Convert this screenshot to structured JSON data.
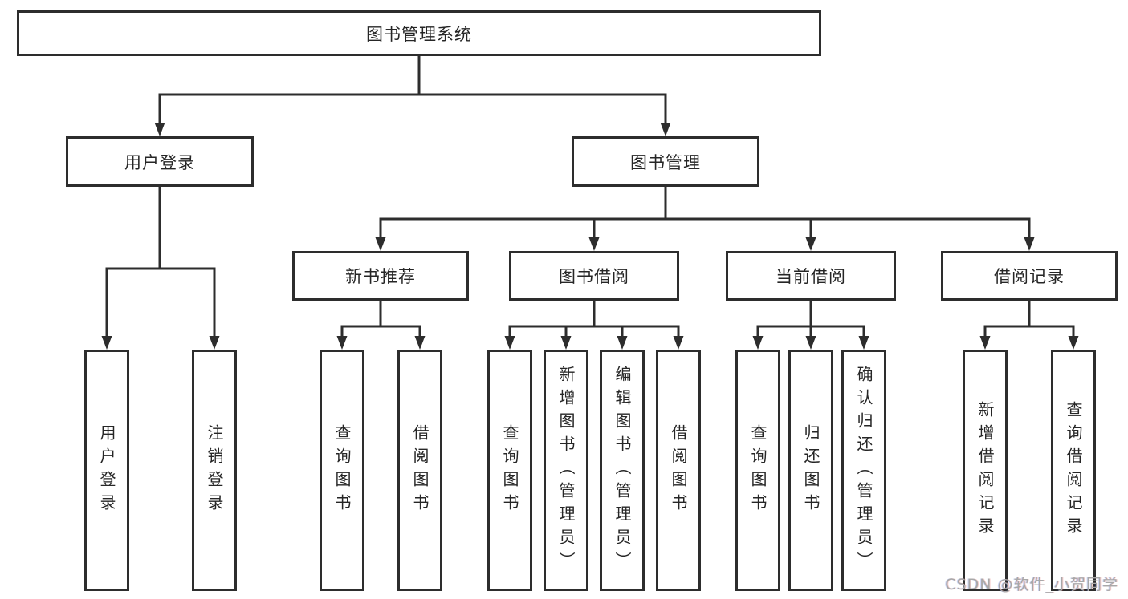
{
  "colors": {
    "line": "#2d2d2d",
    "box_border": "#2d2d2d",
    "text": "#262626",
    "watermark": "#a8a8a8",
    "background": "#ffffff"
  },
  "watermark": "CSDN @软件_小贺同学",
  "tree": {
    "label": "图书管理系统",
    "children": [
      {
        "label": "用户登录",
        "children": [
          {
            "label": "用户登录"
          },
          {
            "label": "注销登录"
          }
        ]
      },
      {
        "label": "图书管理",
        "children": [
          {
            "label": "新书推荐",
            "children": [
              {
                "label": "查询图书"
              },
              {
                "label": "借阅图书"
              }
            ]
          },
          {
            "label": "图书借阅",
            "children": [
              {
                "label": "查询图书"
              },
              {
                "label": "新增图书（管理员）"
              },
              {
                "label": "编辑图书（管理员）"
              },
              {
                "label": "借阅图书"
              }
            ]
          },
          {
            "label": "当前借阅",
            "children": [
              {
                "label": "查询图书"
              },
              {
                "label": "归还图书"
              },
              {
                "label": "确认归还（管理员）"
              }
            ]
          },
          {
            "label": "借阅记录",
            "children": [
              {
                "label": "新增借阅记录"
              },
              {
                "label": "查询借阅记录"
              }
            ]
          }
        ]
      }
    ]
  }
}
